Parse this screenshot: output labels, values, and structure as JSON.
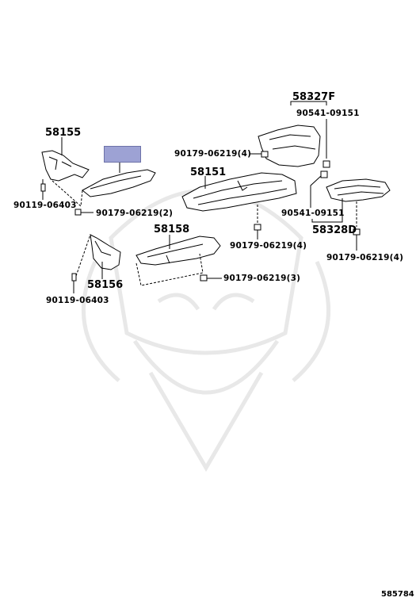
{
  "colors": {
    "line": "#000000",
    "part_fill": "#ffffff",
    "highlight": "#9da2d4",
    "watermark": "#e6e6e6"
  },
  "labels": {
    "p58327f": "58327F",
    "p90541_top": "90541-09151",
    "p58155": "58155",
    "p90179_4a": "90179-06219(4)",
    "p58151": "58151",
    "p90119_a": "90119-06403",
    "p90179_2": "90179-06219(2)",
    "p90541_bottom": "90541-09151",
    "p58328d": "58328D",
    "p58158": "58158",
    "p90179_4b": "90179-06219(4)",
    "p90179_4c": "90179-06219(4)",
    "p58156": "58156",
    "p90179_3": "90179-06219(3)",
    "p90119_b": "90119-06403"
  },
  "drawing_number": "585784"
}
